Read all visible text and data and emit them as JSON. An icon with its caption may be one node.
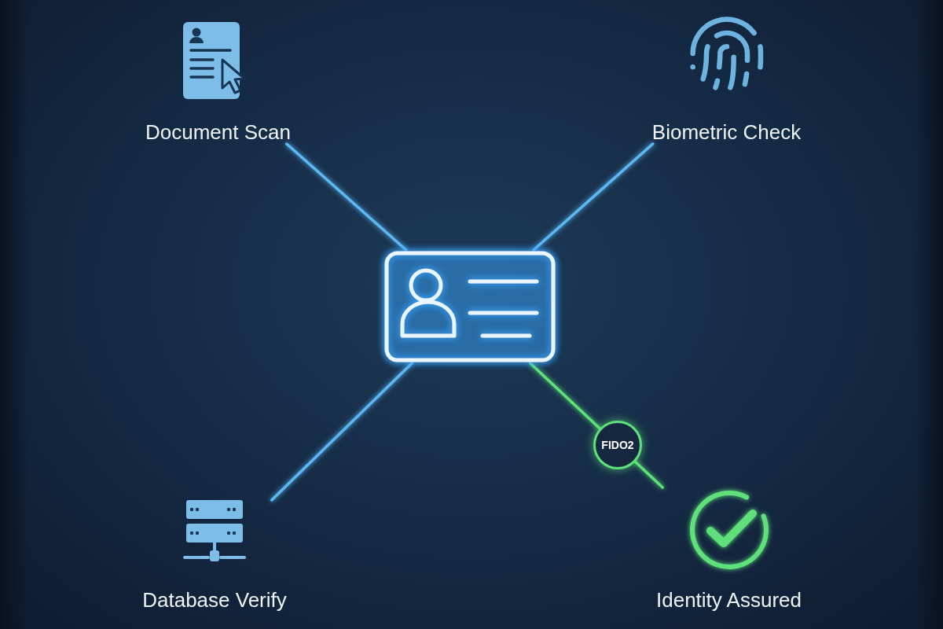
{
  "diagram": {
    "nodes": [
      {
        "text": [],
        "shape": "picture"
      },
      {
        "text": [
          "Document Scan"
        ]
      },
      {
        "text": [
          "Biometric Check"
        ]
      },
      {
        "text": [
          "Database Verify"
        ]
      },
      {
        "text": [
          "Identity Assured"
        ]
      }
    ],
    "edges": [
      {
        "from": 1,
        "to": 0,
        "arrow": "none"
      },
      {
        "from": 2,
        "to": 0,
        "arrow": "none"
      },
      {
        "from": 3,
        "to": 0,
        "arrow": "none"
      },
      {
        "from": 0,
        "to": 4,
        "arrow": "none",
        "label": "FIDO2",
        "color": "#5ee07a"
      }
    ]
  }
}
